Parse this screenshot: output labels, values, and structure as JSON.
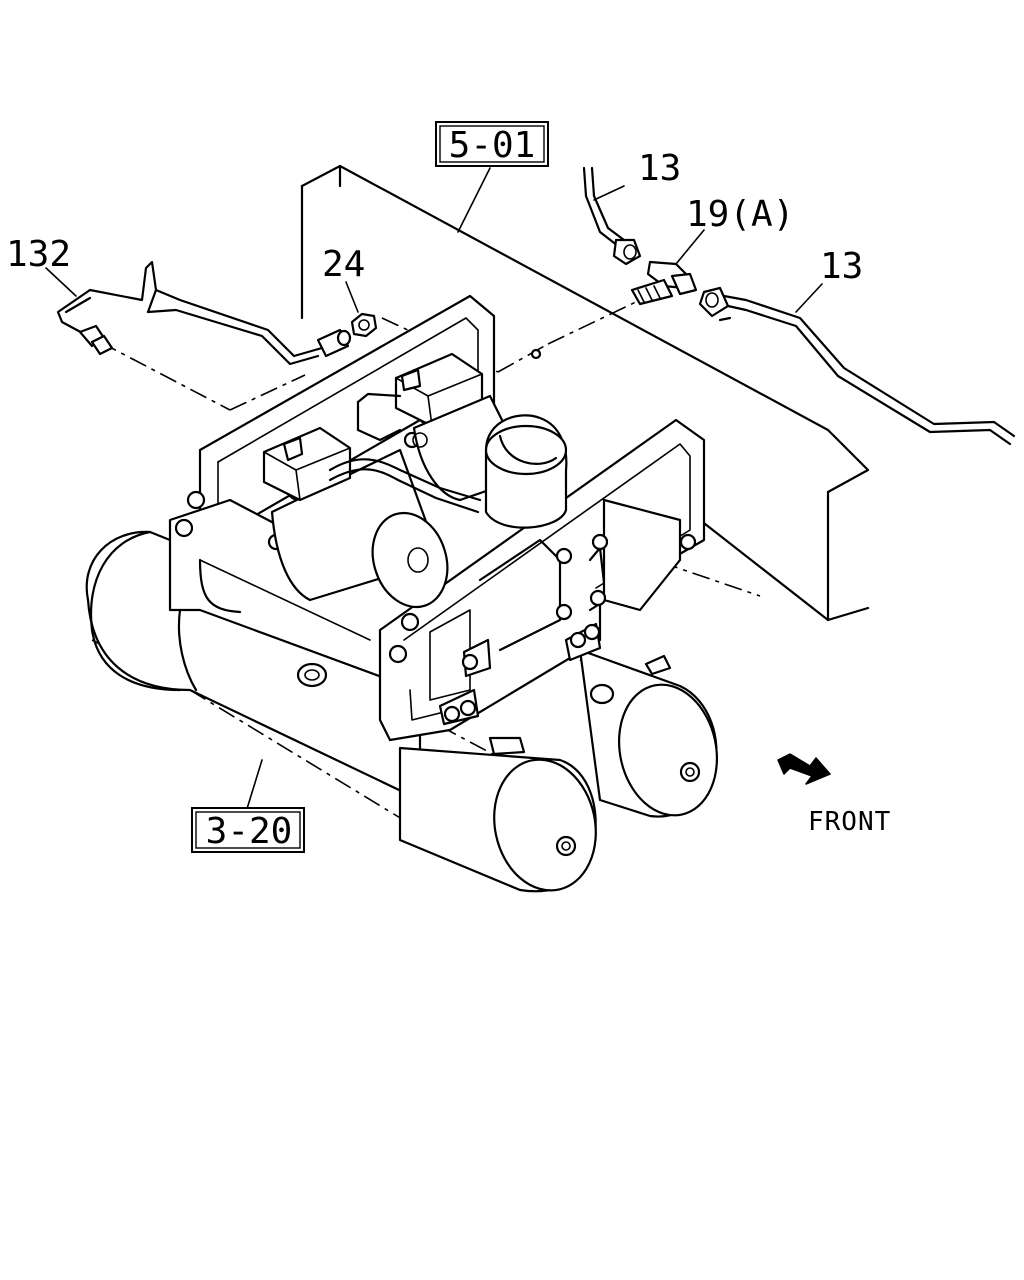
{
  "callouts": {
    "ref_frame": "5-01",
    "ref_tanks": "3-20",
    "pipe_left": "132",
    "nut": "24",
    "pipe_upper_right": "13",
    "pipe_lower_right": "13",
    "tee_union": "19(A)"
  },
  "direction": {
    "label": "FRONT",
    "icon": "front-arrow-icon"
  }
}
